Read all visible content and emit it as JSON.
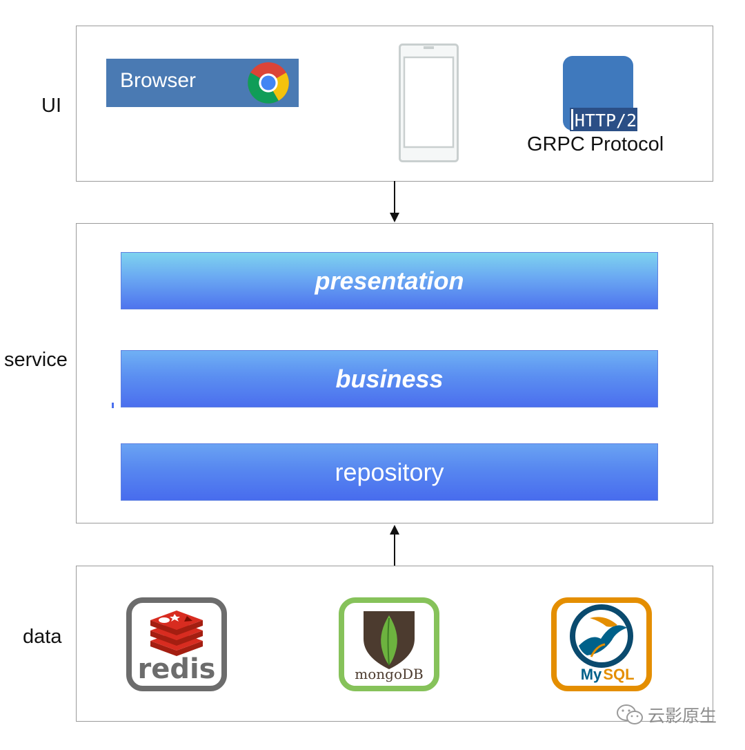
{
  "tiers": {
    "ui": "UI",
    "service": "service",
    "data": "data"
  },
  "ui_tier": {
    "browser_label": "Browser",
    "http_badge": "HTTP/2",
    "grpc_label": "GRPC Protocol"
  },
  "service_tier": {
    "layers": [
      {
        "label": "presentation"
      },
      {
        "label": "business"
      },
      {
        "label": "repository"
      }
    ]
  },
  "data_tier": {
    "redis": "redis",
    "mongo": "mongoDB",
    "mysql_my": "My",
    "mysql_sql": "SQL"
  },
  "watermark": {
    "text": "云影原生"
  },
  "colors": {
    "panel_border": "#9a9a9a",
    "browser_blue": "#4a7ab3",
    "layer_blue": "#4e74ee",
    "redis_red": "#c6302b",
    "mongo_green": "#6db33f",
    "mysql_orange": "#e48e00"
  }
}
